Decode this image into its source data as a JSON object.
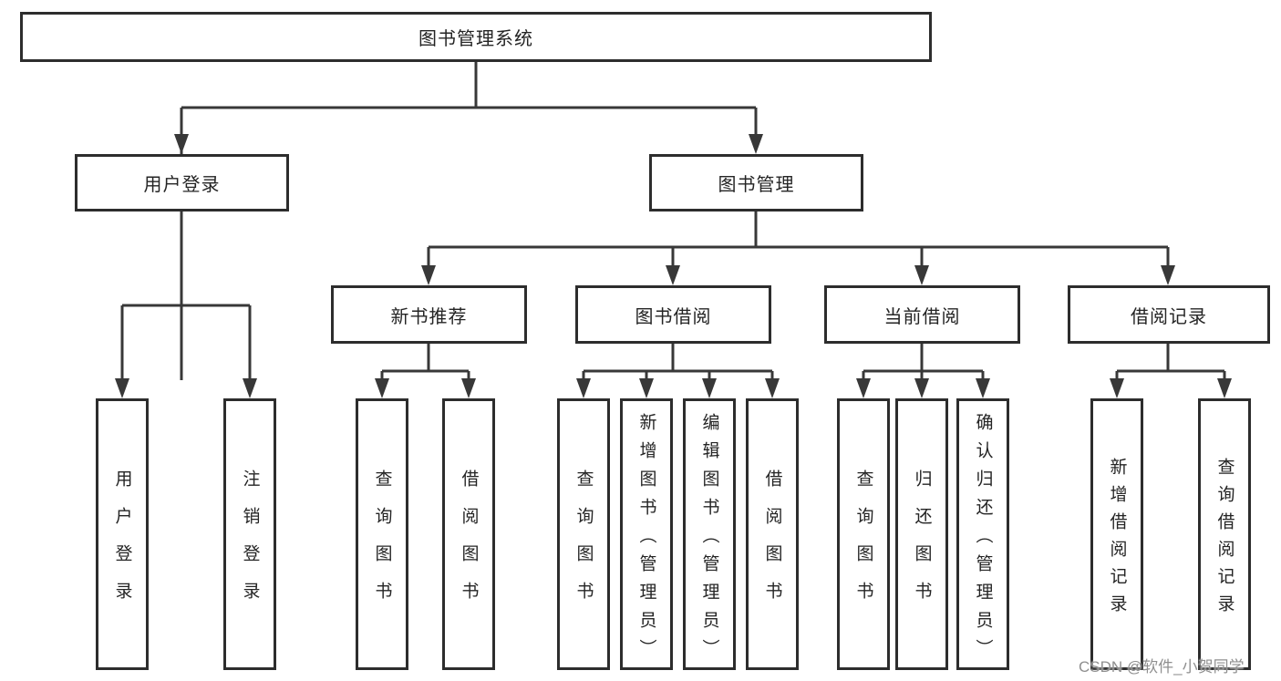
{
  "diagram": {
    "root": {
      "label": "图书管理系统"
    },
    "branches": [
      {
        "label": "用户登录",
        "children": [
          {
            "label": "用户登录"
          },
          {
            "label": "注销登录"
          }
        ]
      },
      {
        "label": "图书管理",
        "children": [
          {
            "label": "新书推荐",
            "children": [
              {
                "label": "查询图书"
              },
              {
                "label": "借阅图书"
              }
            ]
          },
          {
            "label": "图书借阅",
            "children": [
              {
                "label": "查询图书"
              },
              {
                "label": "新增图书（管理员）"
              },
              {
                "label": "编辑图书（管理员）"
              },
              {
                "label": "借阅图书"
              }
            ]
          },
          {
            "label": "当前借阅",
            "children": [
              {
                "label": "查询图书"
              },
              {
                "label": "归还图书"
              },
              {
                "label": "确认归还（管理员）"
              }
            ]
          },
          {
            "label": "借阅记录",
            "children": [
              {
                "label": "新增借阅记录"
              },
              {
                "label": "查询借阅记录"
              }
            ]
          }
        ]
      }
    ]
  },
  "watermark": {
    "text": "CSDN @软件_小贺同学"
  },
  "colors": {
    "line": "#383838",
    "box_border": "#2d2d2d",
    "text": "#242424",
    "watermark": "#8f8f8f",
    "background": "#ffffff"
  }
}
